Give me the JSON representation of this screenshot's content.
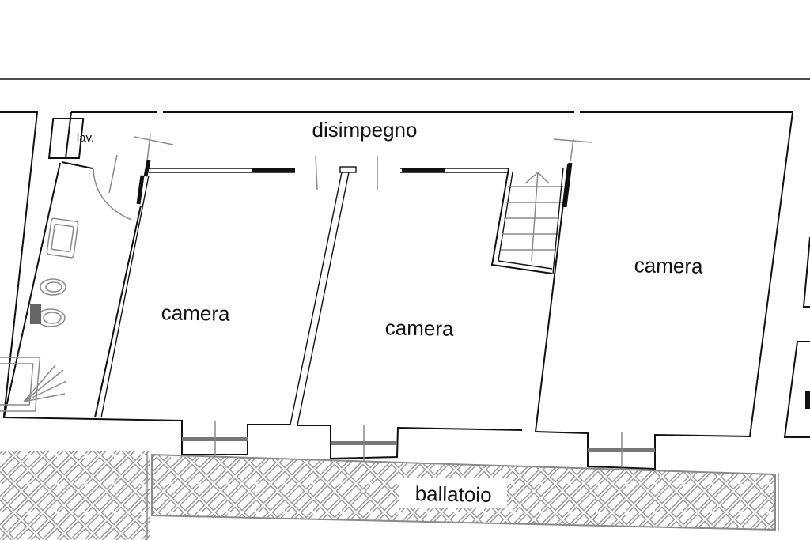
{
  "plan": {
    "rooms": {
      "hall": "disimpegno",
      "bedroom_left": "camera",
      "bedroom_center": "camera",
      "bedroom_right": "camera",
      "laundry": "lav.",
      "balcony": "ballatoio"
    },
    "colors": {
      "wall": "#111111",
      "fixture": "#8a8a8a",
      "background": "#ffffff"
    }
  }
}
